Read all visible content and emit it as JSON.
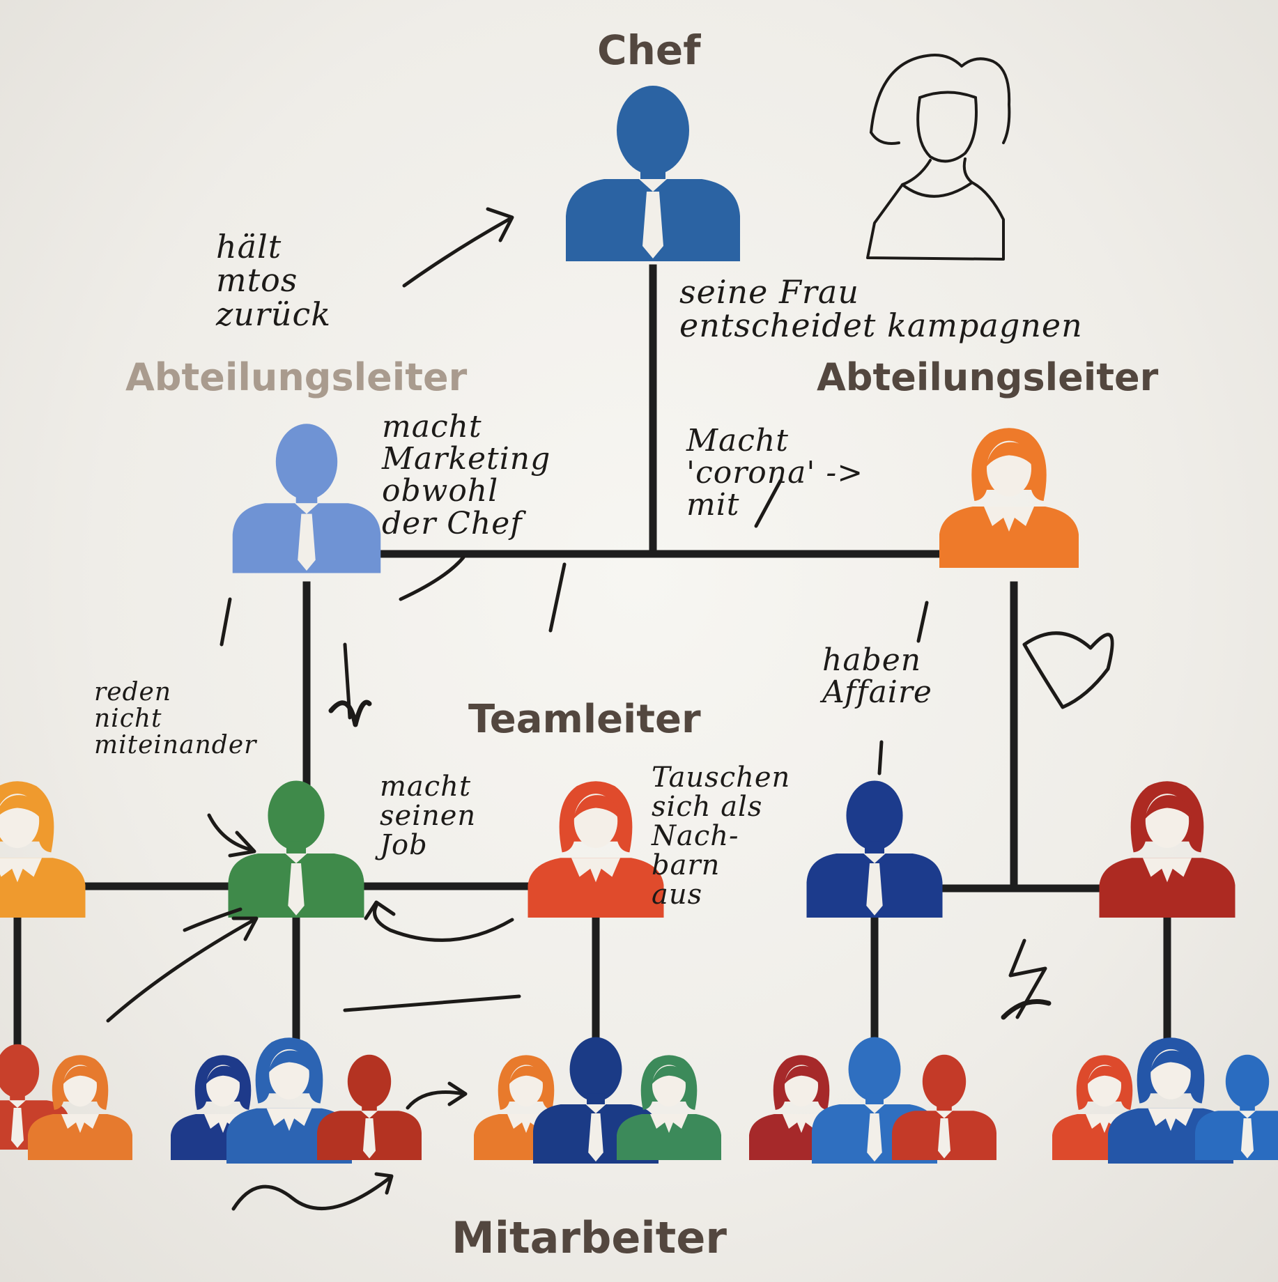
{
  "colors": {
    "line": "#1e1e1e",
    "label": "#53473f",
    "label_faded": "#a99b8e",
    "chef": "#2b63a3",
    "abteilungsleiter_left": "#6f93d4",
    "abteilungsleiter_right": "#ee7a2a",
    "teamleiter_1": "#3f8a4a",
    "teamleiter_2": "#e04b2c",
    "teamleiter_3": "#1c3b8c",
    "teamleiter_4": "#ad2a22",
    "teamleiter_side": "#ef9a2e"
  },
  "levels": {
    "chef": "Chef",
    "abteilungsleiter_left": "Abteilungsleiter",
    "abteilungsleiter_right": "Abteilungsleiter",
    "teamleiter": "Teamleiter",
    "mitarbeiter": "Mitarbeiter"
  },
  "people": {
    "chef": {
      "type": "man",
      "color": "#2b63a3"
    },
    "wife_sketch": {
      "type": "woman-sketch"
    },
    "abteilungsleiter_left": {
      "type": "man",
      "color": "#6f93d4"
    },
    "abteilungsleiter_right": {
      "type": "woman",
      "color": "#ee7a2a"
    },
    "teamleiter": [
      {
        "type": "woman",
        "color": "#ef9a2e"
      },
      {
        "type": "man",
        "color": "#3f8a4a"
      },
      {
        "type": "woman",
        "color": "#e04b2c"
      },
      {
        "type": "man",
        "color": "#1c3b8c"
      },
      {
        "type": "woman",
        "color": "#ad2a22"
      }
    ],
    "mitarbeiter_groups": [
      [
        {
          "type": "man",
          "color": "#c8402b"
        },
        {
          "type": "woman",
          "color": "#e67a2e"
        }
      ],
      [
        {
          "type": "woman",
          "color": "#1e3a8a"
        },
        {
          "type": "woman",
          "color": "#2c64b3"
        },
        {
          "type": "man",
          "color": "#b43322"
        }
      ],
      [
        {
          "type": "woman",
          "color": "#e87a2c"
        },
        {
          "type": "man",
          "color": "#1b3b86"
        },
        {
          "type": "woman",
          "color": "#3c8a5a"
        }
      ],
      [
        {
          "type": "woman",
          "color": "#a6292a"
        },
        {
          "type": "man",
          "color": "#2f6fc0"
        },
        {
          "type": "man",
          "color": "#c43a28"
        }
      ],
      [
        {
          "type": "woman",
          "color": "#dd4a2c"
        },
        {
          "type": "woman",
          "color": "#2456a8"
        },
        {
          "type": "man",
          "color": "#2a6cc0"
        }
      ]
    ]
  },
  "notes": {
    "haelt_rueckzug": "hält\nmtos\nzurück",
    "seine_frau": "seine Frau\nentscheidet kampagnen",
    "macht_marketing": "macht\nMarketing\nobwohl\nder Chef",
    "macht_corona": "Macht\n'corona' ->\nmit",
    "reden_nicht": "reden\nnicht\nmiteinander",
    "macht_seinen_job": "macht\nseinen\nJob",
    "tauschen": "Tauschen\nsich als\nNach-\nbarn\naus",
    "haben_affaire": "haben\nAffaire"
  }
}
